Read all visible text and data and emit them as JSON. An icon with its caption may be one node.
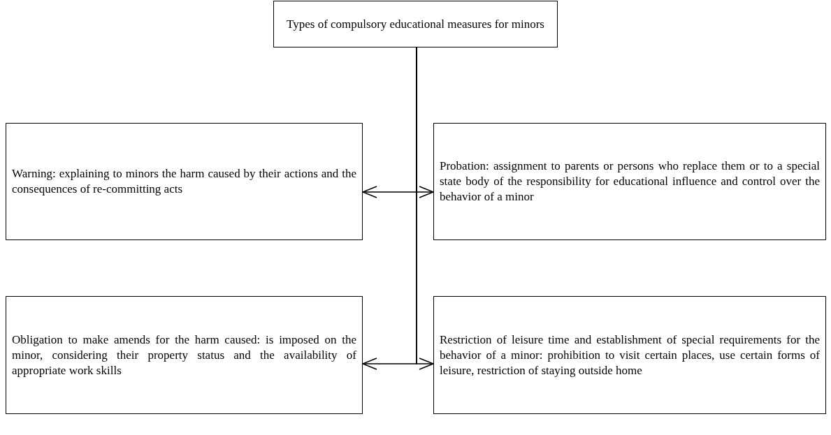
{
  "diagram": {
    "nodes": [
      {
        "text": [
          "Types of compulsory educational measures for minors"
        ]
      },
      {
        "text": [
          "Warning: explaining to minors the harm caused by their actions and the consequences of re-committing acts"
        ]
      },
      {
        "text": [
          "Probation: assignment to parents or persons who replace them or to a special state body of the responsibility for educational influence and control over the behavior of a minor"
        ]
      },
      {
        "text": [
          "Obligation to make amends for the harm caused: is imposed on the minor, considering their property status and the availability of appropriate work skills"
        ]
      },
      {
        "text": [
          "Restriction of leisure time and establishment of special requirements for the behavior of a minor: prohibition to visit certain places, use certain forms of leisure, restriction of staying outside home"
        ]
      }
    ],
    "edges": [
      {
        "from": 0,
        "to": 1,
        "arrow": "to"
      },
      {
        "from": 0,
        "to": 2,
        "arrow": "to"
      },
      {
        "from": 0,
        "to": 3,
        "arrow": "to"
      },
      {
        "from": 0,
        "to": 4,
        "arrow": "to"
      }
    ]
  }
}
